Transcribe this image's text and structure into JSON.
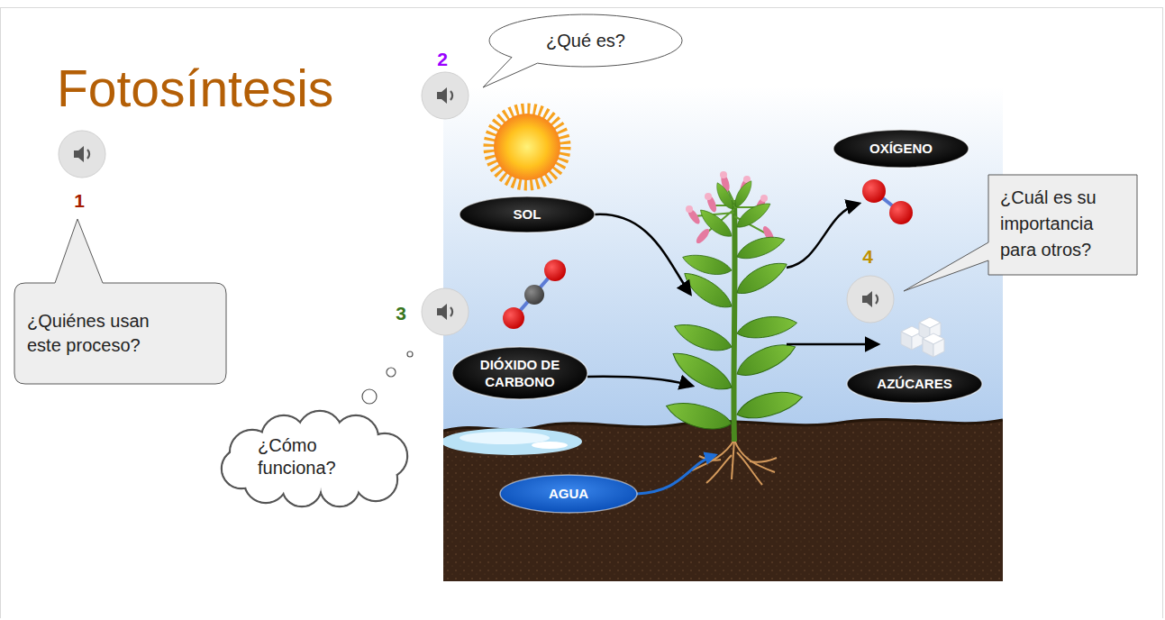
{
  "diagram": {
    "title": "Fotosíntesis",
    "nodes": [
      {
        "text": [
          "¿Qué es?"
        ]
      },
      {
        "text": [
          "OXÍGENO"
        ]
      },
      {
        "text": [
          "SOL"
        ]
      },
      {
        "text": [
          "¿Cuál es su importancia para otros?"
        ]
      },
      {
        "text": [
          "¿Quiénes usan este proceso?"
        ]
      },
      {
        "text": [
          "DIÓXIDO DE CARBONO"
        ]
      },
      {
        "text": [
          "AZÚCARES"
        ]
      },
      {
        "text": [
          "¿Cómo funciona?"
        ]
      },
      {
        "text": [
          "AGUA"
        ]
      }
    ],
    "labels": [
      "1",
      "2",
      "3",
      "4"
    ]
  }
}
